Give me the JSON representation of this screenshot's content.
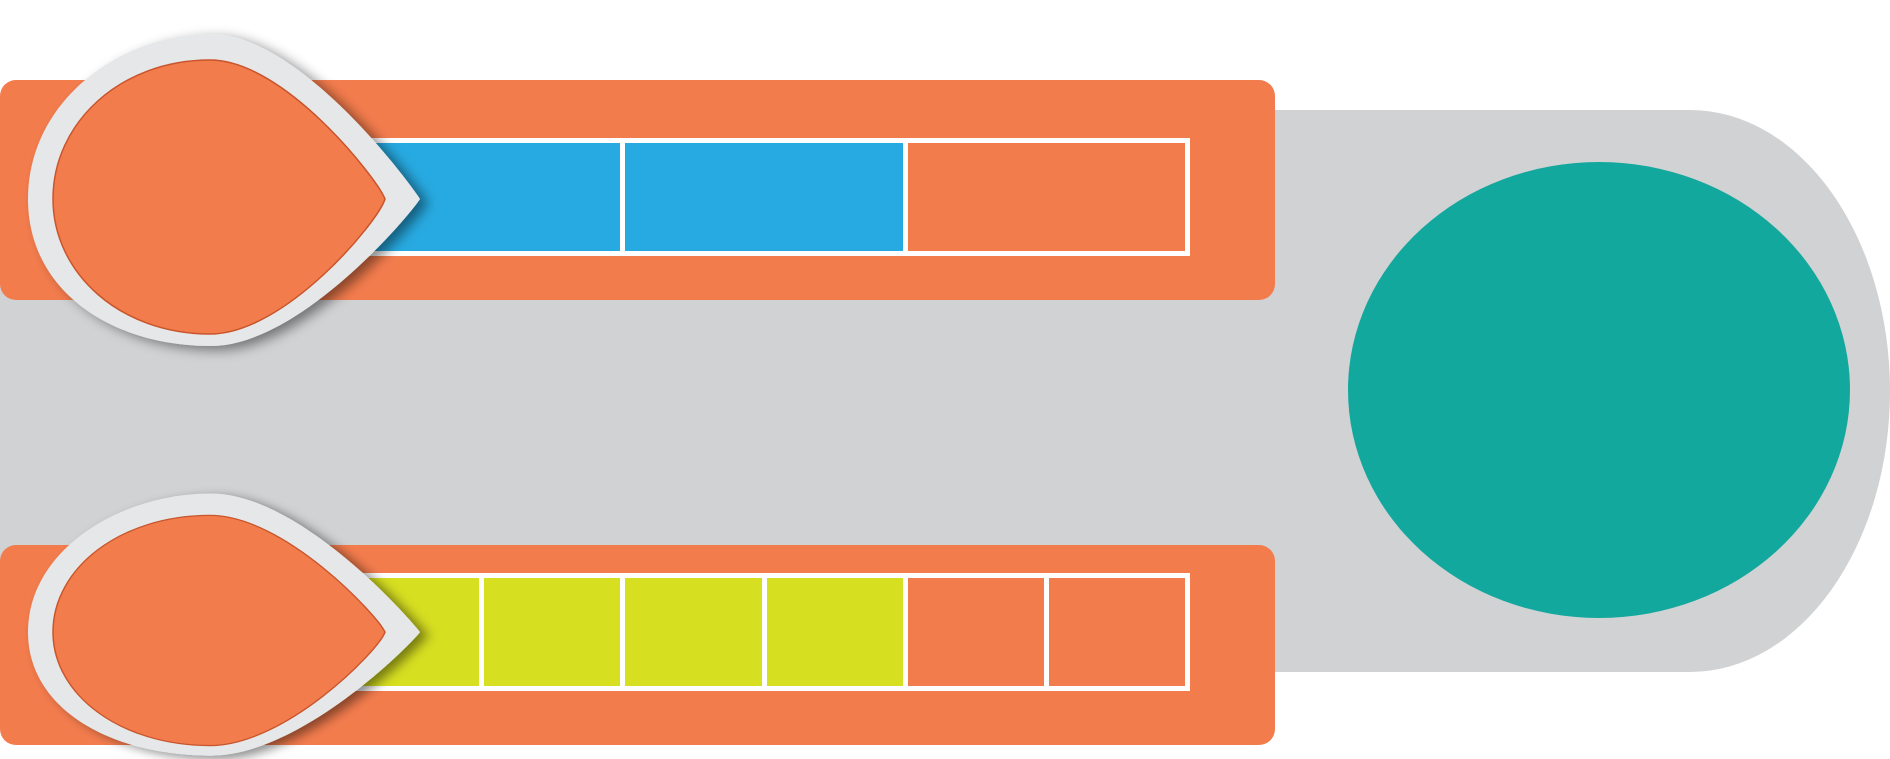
{
  "colors": {
    "background_gray": "#d1d2d4",
    "bar_orange": "#f37c4d",
    "indicator_teal": "#13a89e",
    "pin_border": "#e6e7e8",
    "top_fill": "#27aae1",
    "bottom_fill": "#d7df21"
  },
  "rows": [
    {
      "id": "top",
      "segments_total": 3,
      "segments_filled": 2,
      "fill_color": "#27aae1"
    },
    {
      "id": "bottom",
      "segments_total": 6,
      "segments_filled": 4,
      "fill_color": "#d7df21"
    }
  ]
}
